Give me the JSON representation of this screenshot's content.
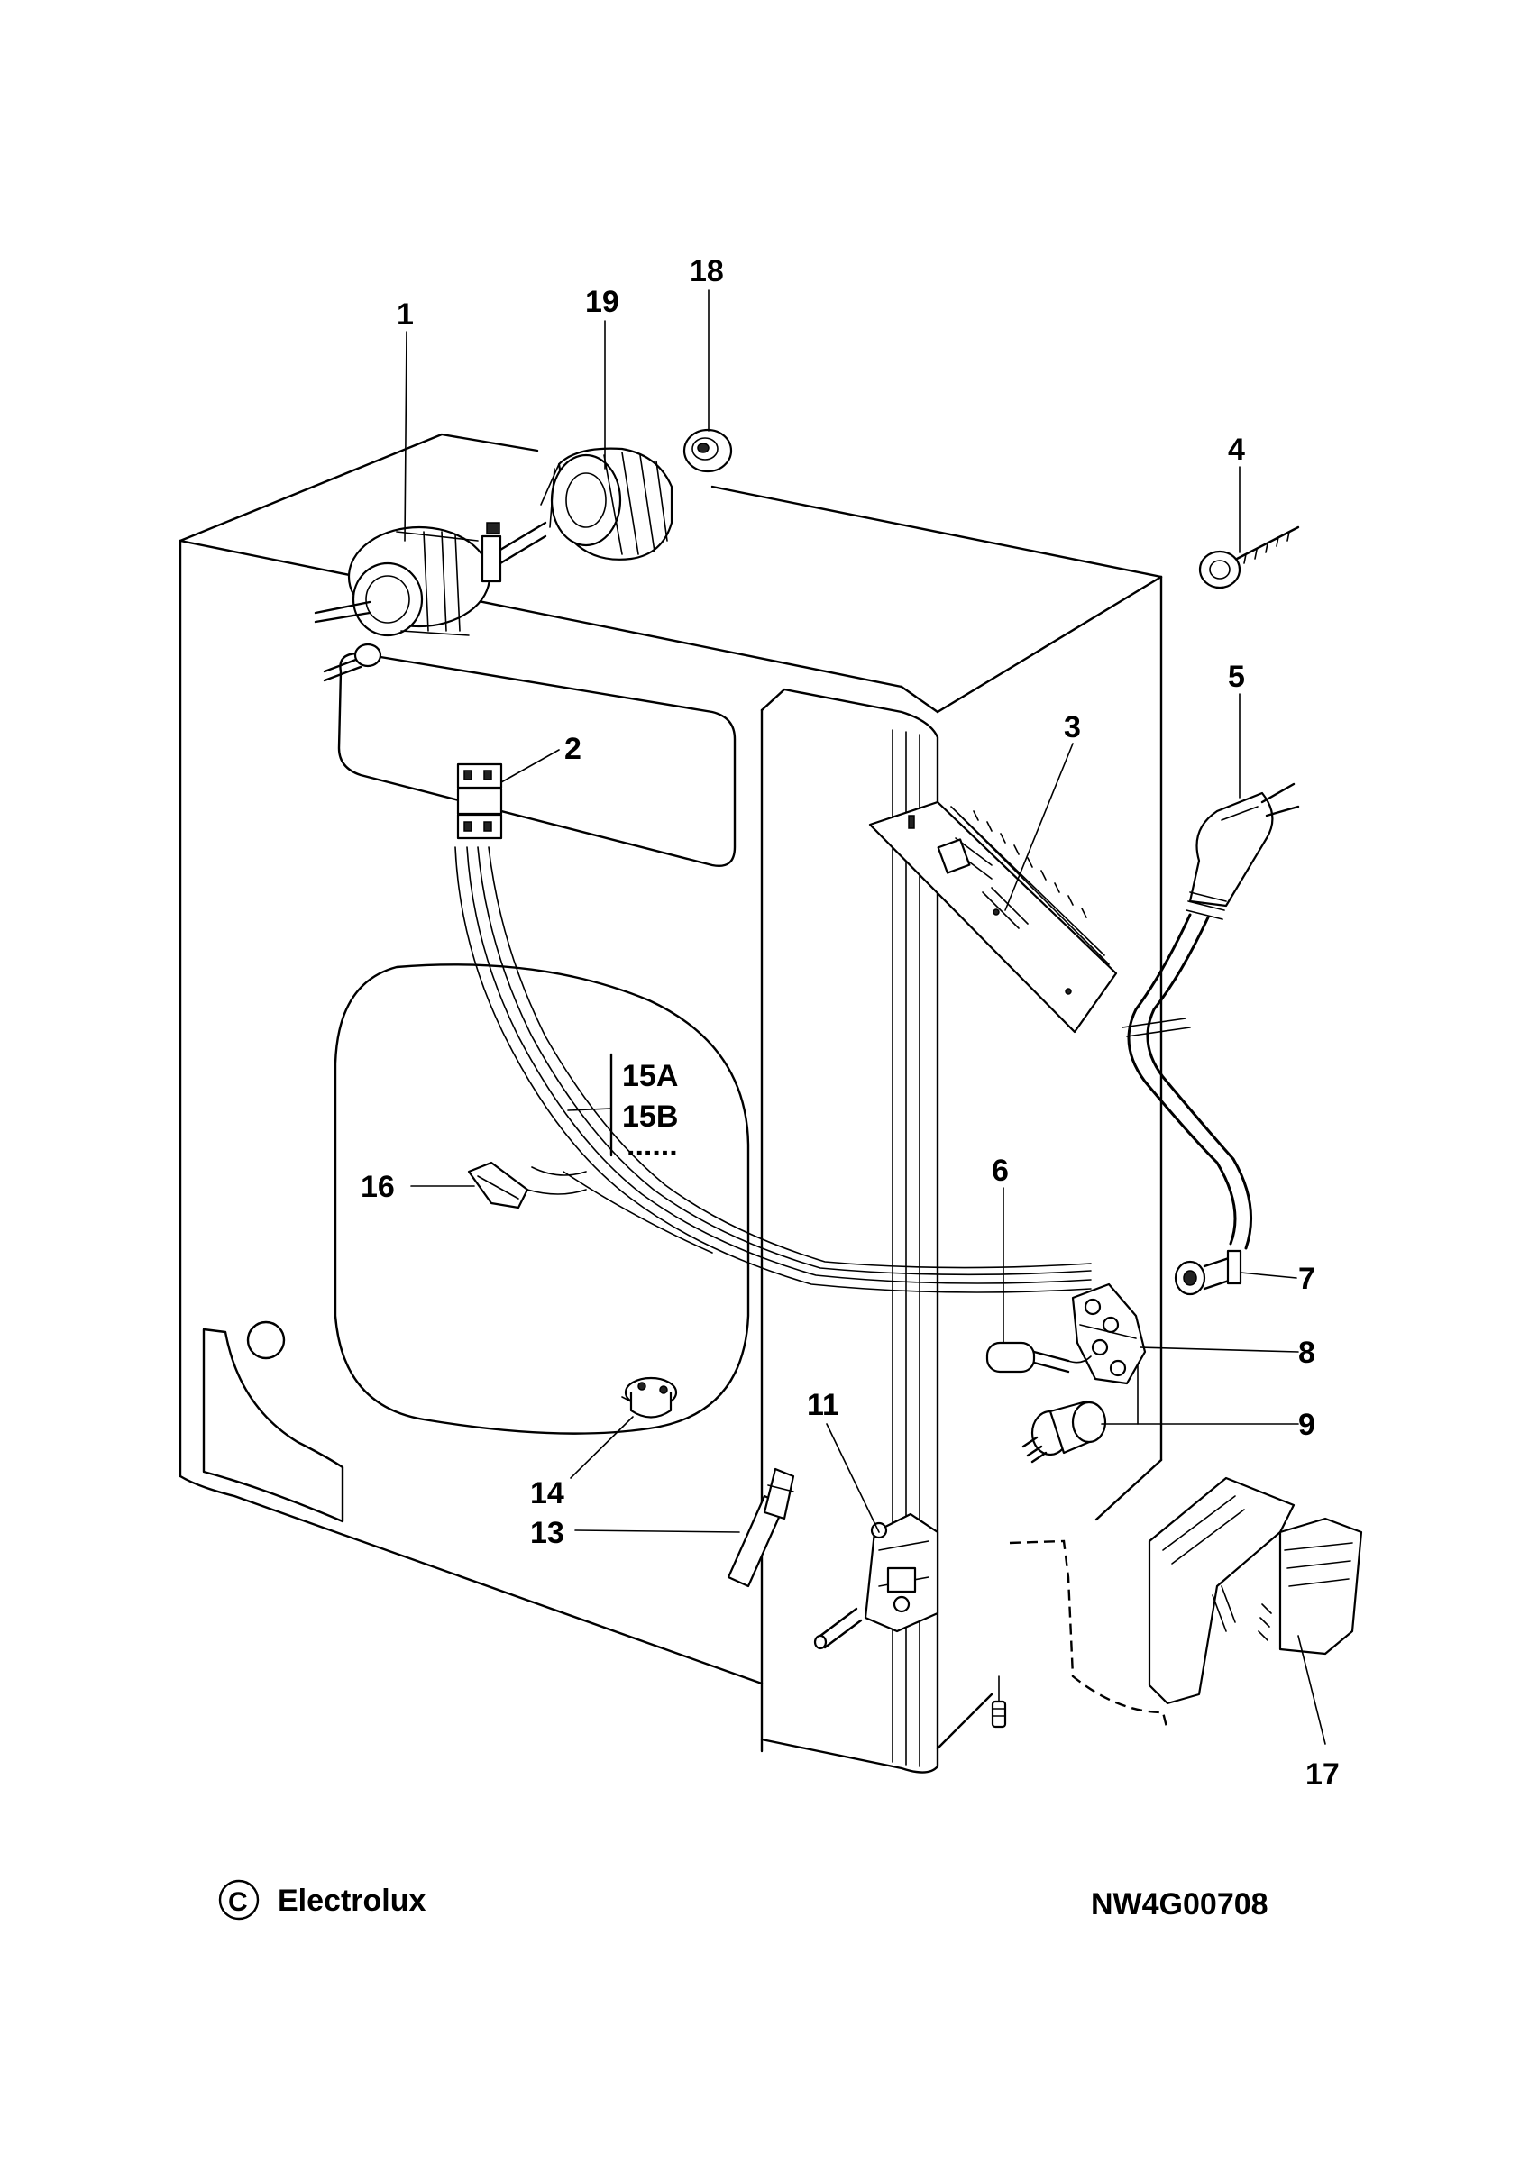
{
  "callouts": {
    "p1": "1",
    "p2": "2",
    "p3": "3",
    "p4": "4",
    "p5": "5",
    "p6": "6",
    "p7": "7",
    "p8": "8",
    "p9": "9",
    "p11": "11",
    "p13": "13",
    "p14": "14",
    "p15a": "15A",
    "p15b": "15B",
    "p15more": "......",
    "p16": "16",
    "p17": "17",
    "p18": "18",
    "p19": "19"
  },
  "footer": {
    "copyright_symbol": "C",
    "brand": "Electrolux",
    "drawing_code": "NW4G00708"
  }
}
